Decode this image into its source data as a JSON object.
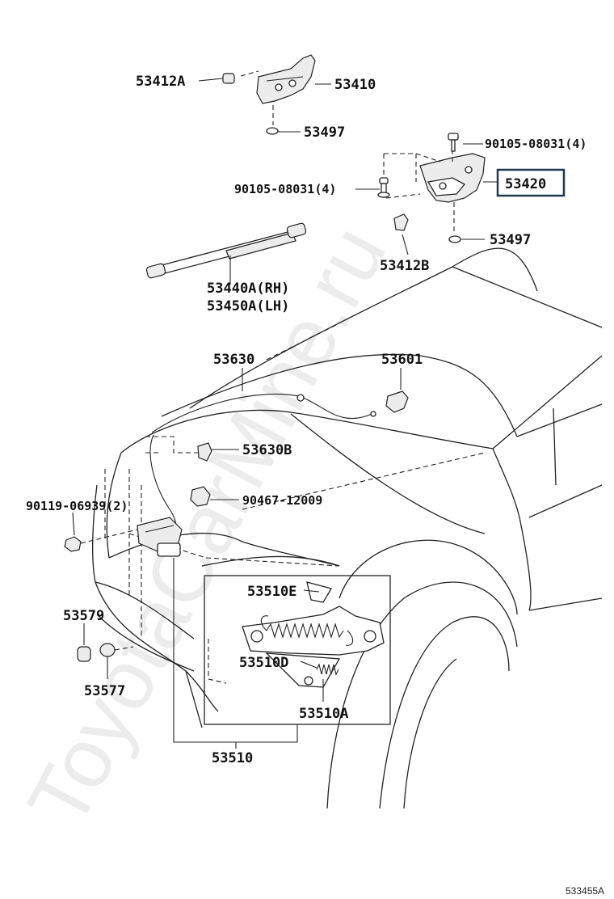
{
  "parts": {
    "p53412a": "53412A",
    "p53410": "53410",
    "p53497_top": "53497",
    "p90105_right": "90105-08031(4)",
    "p90105_left": "90105-08031(4)",
    "p53420": "53420",
    "p53497_right": "53497",
    "p53412b": "53412B",
    "p53440a": "53440A(RH)",
    "p53450a": "53450A(LH)",
    "p53630": "53630",
    "p53601": "53601",
    "p53630b": "53630B",
    "p90467": "90467-12009",
    "p90119": "90119-06939(2)",
    "p53579": "53579",
    "p53577": "53577",
    "p53510e": "53510E",
    "p53510d": "53510D",
    "p53510a": "53510A",
    "p53510": "53510"
  },
  "highlighted_part": "53420",
  "watermark": "ToyotaCarMine.ru",
  "figure_ref": "533455A",
  "colors": {
    "ink": "#222222",
    "background": "#ffffff",
    "highlight_border": "#1f3a4d"
  }
}
